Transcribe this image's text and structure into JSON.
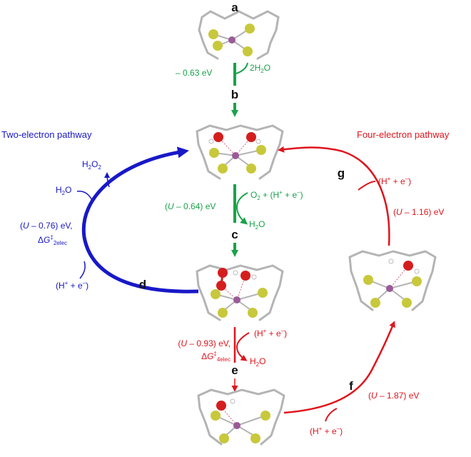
{
  "colors": {
    "green": "#1aa24a",
    "blue": "#1818c8",
    "red": "#e0141c",
    "sulfur": "#c8c83c",
    "oxygen": "#d41e1e",
    "metal": "#9a5a98",
    "bond": "#b4b4b4"
  },
  "states": {
    "a": "a",
    "b": "b",
    "c": "c",
    "d": "d",
    "e": "e",
    "f": "f",
    "g": "g"
  },
  "pathways": {
    "two_electron": "Two-electron pathway",
    "four_electron": "Four-electron pathway"
  },
  "annotations": {
    "ab_energy": "– 0.63 eV",
    "ab_water": "2H2O",
    "bc_energy": "(U – 0.64) eV",
    "bc_reagent": "O2 + (H+ + e–)",
    "bc_product": "H2O",
    "bd_h2o2": "H2O2",
    "bd_h2o": "H2O",
    "bd_energy": "(U – 0.76) eV,",
    "bd_barrier": "ΔG‡2elec",
    "bd_proton": "(H+ + e–)",
    "ce_proton": "(H+ + e–)",
    "ce_energy": "(U – 0.93) eV,",
    "ce_barrier": "ΔG‡4elec",
    "ce_product": "H2O",
    "ef_proton": "(H+ + e–)",
    "ef_energy": "(U – 1.87) eV",
    "fg_proton": "(H+ + e–)",
    "fg_energy": "(U – 1.16) eV"
  }
}
